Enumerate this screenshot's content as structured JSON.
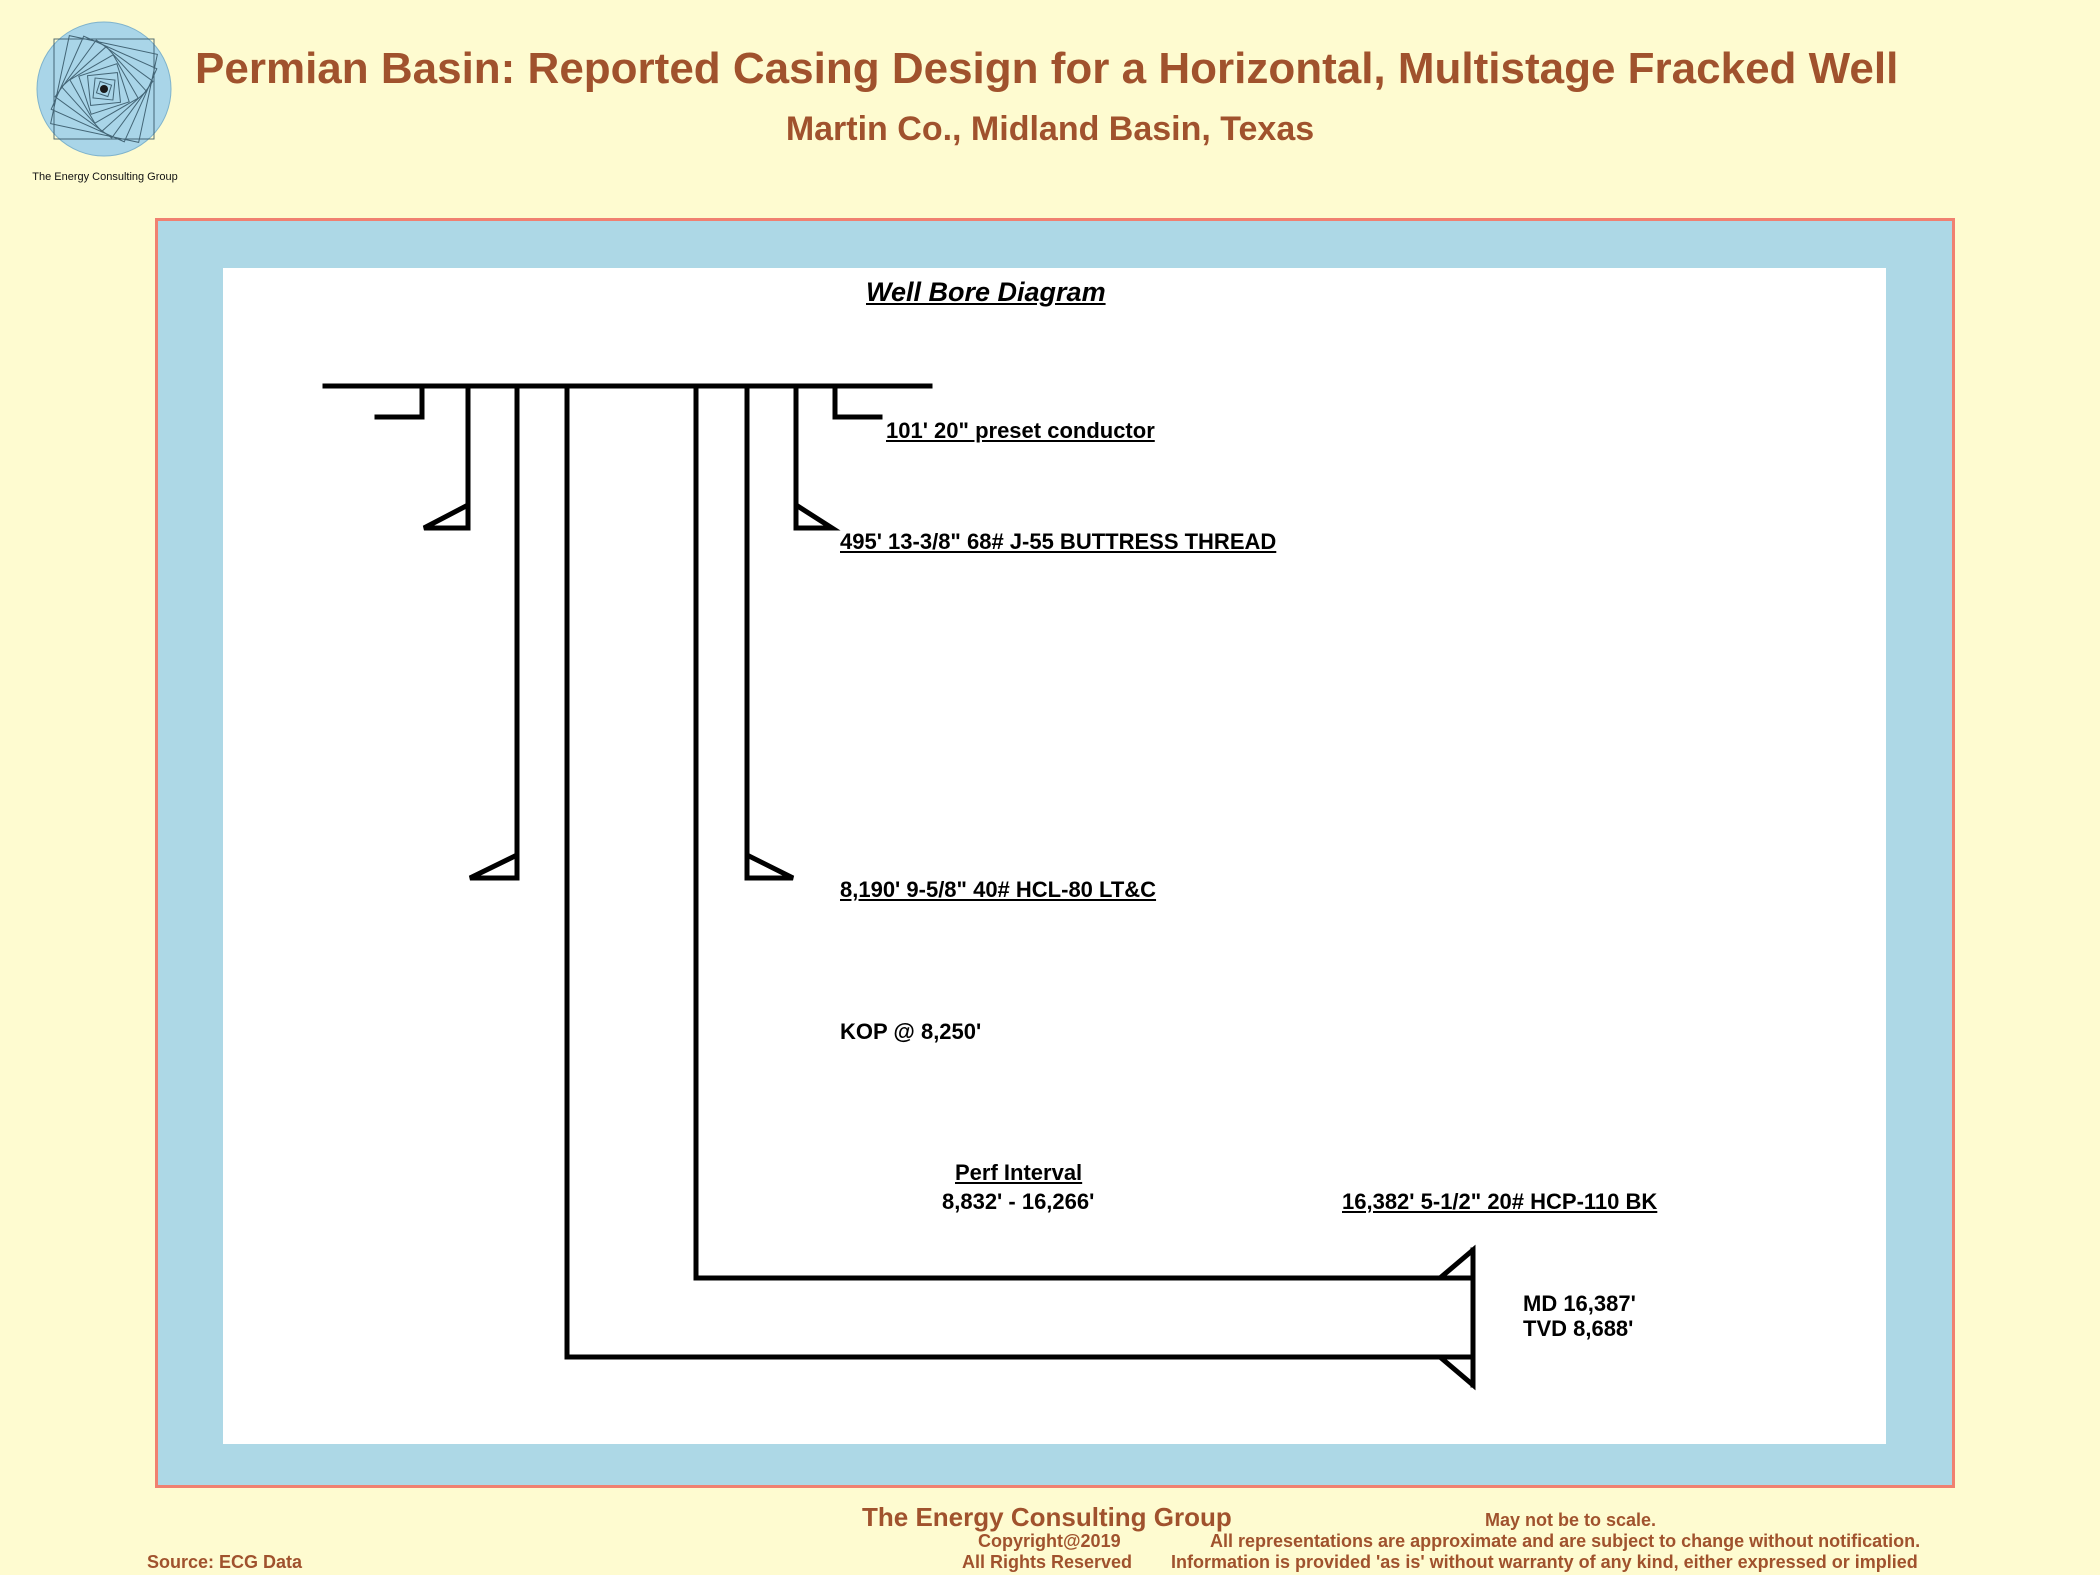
{
  "header": {
    "title": "Permian Basin:  Reported Casing Design for a Horizontal, Multistage Fracked Well",
    "subtitle": "Martin Co., Midland Basin, Texas",
    "logo_text": "The Energy Consulting Group"
  },
  "diagram": {
    "title": "Well Bore Diagram",
    "conductor_label": "101' 20\" preset conductor",
    "surface_casing_label": "495' 13-3/8\" 68# J-55 BUTTRESS THREAD",
    "intermediate_casing_label": "8,190' 9-5/8\" 40# HCL-80 LT&C",
    "kop_label": "KOP @ 8,250'",
    "perf_interval_title": "Perf Interval",
    "perf_interval_range": "8,832' - 16,266'",
    "production_casing_label": "16,382' 5-1/2\" 20# HCP-110 BK",
    "md_label": "MD 16,387'",
    "tvd_label": "TVD 8,688'"
  },
  "footer": {
    "company": "The Energy Consulting Group",
    "copyright": "Copyright@2019",
    "rights": "All Rights Reserved",
    "scale_note": "May not be to scale.",
    "disclaimer_1": "All representations are approximate and are subject to change without notification.",
    "disclaimer_2": "Information is provided 'as is' without warranty of any kind, either expressed or implied",
    "source": "Source: ECG Data"
  },
  "colors": {
    "background": "#fefbd0",
    "title": "#a0522d",
    "frame": "#add8e6",
    "frame_border": "#f08070"
  }
}
